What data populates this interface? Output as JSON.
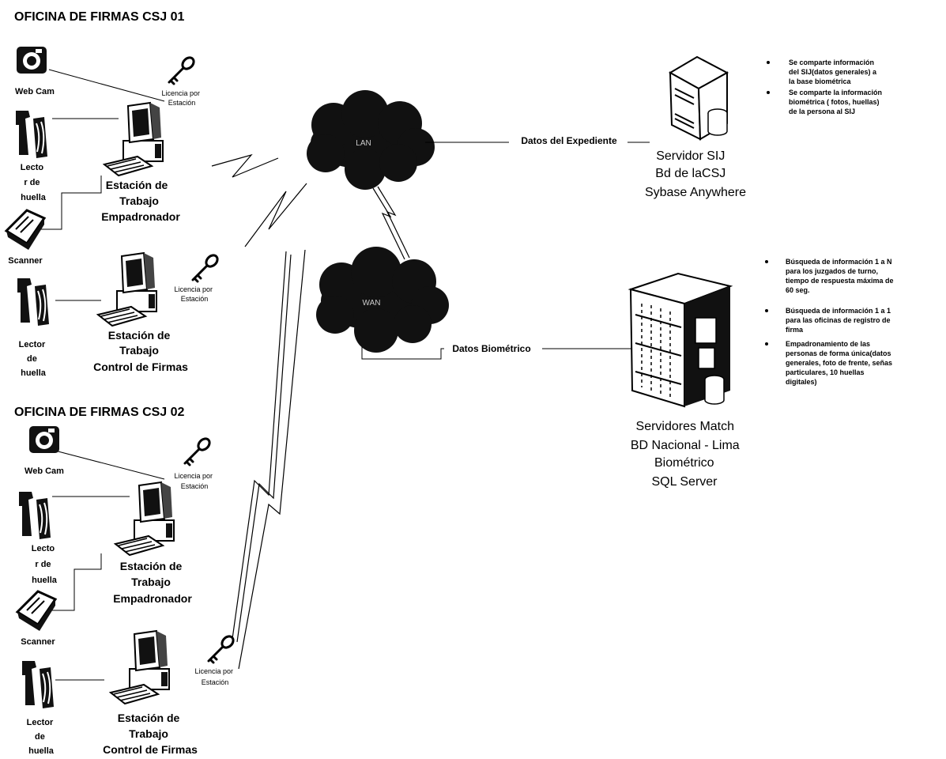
{
  "office1": {
    "title": "OFICINA DE FIRMAS CSJ 01",
    "webcam": "Web Cam",
    "license_a": [
      "Licencia por",
      "Estación"
    ],
    "reader_a": [
      "Lecto",
      "r de",
      "huella"
    ],
    "station_a": [
      "Estación de",
      "Trabajo",
      "Empadronador"
    ],
    "scanner": "Scanner",
    "license_b": [
      "Licencia por",
      "Estación"
    ],
    "reader_b": [
      "Lector",
      "de",
      "huella"
    ],
    "station_b": [
      "Estación de",
      "Trabajo",
      "Control de Firmas"
    ]
  },
  "office2": {
    "title": "OFICINA DE FIRMAS CSJ 02",
    "webcam": "Web Cam",
    "license_a": [
      "Licencia por",
      "Estación"
    ],
    "reader_a": [
      "Lecto",
      "r de",
      "huella"
    ],
    "station_a": [
      "Estación de",
      "Trabajo",
      "Empadronador"
    ],
    "scanner": "Scanner",
    "license_b": [
      "Licencia por",
      "Estación"
    ],
    "reader_b": [
      "Lector",
      "de",
      "huella"
    ],
    "station_b": [
      "Estación de",
      "Trabajo",
      "Control de Firmas"
    ]
  },
  "network": {
    "lan_label": "LAN",
    "wan_label": "WAN",
    "link_sij": "Datos del Expediente",
    "link_match": "Datos Biométrico"
  },
  "sij_server": {
    "lines": [
      "Servidor SIJ",
      "Bd de laCSJ",
      "Sybase Anywhere"
    ],
    "notes": [
      [
        "Se comparte información",
        "del SIJ(datos generales) a",
        "la base biométrica"
      ],
      [
        "Se comparte la información",
        "biométrica ( fotos, huellas)",
        "de la persona al SIJ"
      ]
    ]
  },
  "match_server": {
    "lines": [
      "Servidores Match",
      "BD Nacional - Lima",
      "Biométrico",
      "SQL Server"
    ],
    "notes": [
      [
        "Búsqueda de información 1 a N",
        "para los juzgados de turno,",
        "tiempo de respuesta máxima de",
        "60 seg."
      ],
      [
        "Búsqueda de información 1 a 1",
        "para las oficinas de registro de",
        "firma"
      ],
      [
        "Empadronamiento de las",
        "personas de forma única(datos",
        "generales, foto de frente, señas",
        "particulares, 10 huellas",
        "digitales)"
      ]
    ]
  }
}
